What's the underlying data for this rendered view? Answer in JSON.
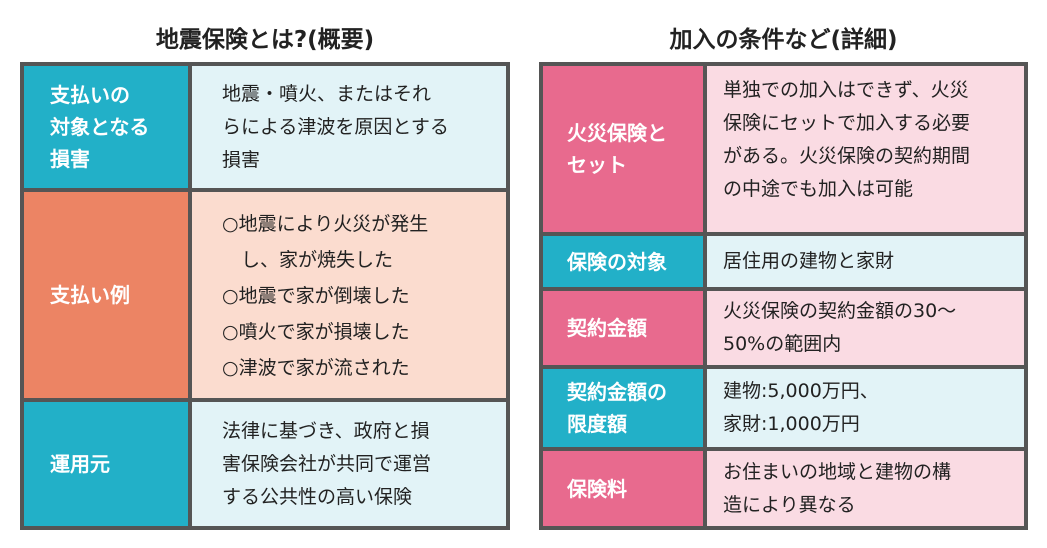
{
  "left": {
    "title": "地震保険とは?(概要)",
    "rows": [
      {
        "label": "支払いの\n対象となる\n損害",
        "value": "地震・噴火、またはそれ\nらによる津波を原因とする\n損害"
      },
      {
        "label": "支払い例",
        "items": [
          "○地震により火災が発生",
          "　し、家が焼失した",
          "○地震で家が倒壊した",
          "○噴火で家が損壊した",
          "○津波で家が流された"
        ]
      },
      {
        "label": "運用元",
        "value": "法律に基づき、政府と損\n害保険会社が共同で運営\nする公共性の高い保険"
      }
    ]
  },
  "right": {
    "title": "加入の条件など(詳細)",
    "rows": [
      {
        "label": "火災保険と\nセット",
        "value": "単独での加入はできず、火災\n保険にセットで加入する必要\nがある。火災保険の契約期間\nの中途でも加入は可能"
      },
      {
        "label": "保険の対象",
        "value": "居住用の建物と家財"
      },
      {
        "label": "契約金額",
        "value": "火災保険の契約金額の30～\n50%の範囲内"
      },
      {
        "label": "契約金額の\n限度額",
        "value": "建物:5,000万円、\n家財:1,000万円"
      },
      {
        "label": "保険料",
        "value": "お住まいの地域と建物の構\n造により異なる"
      }
    ]
  }
}
